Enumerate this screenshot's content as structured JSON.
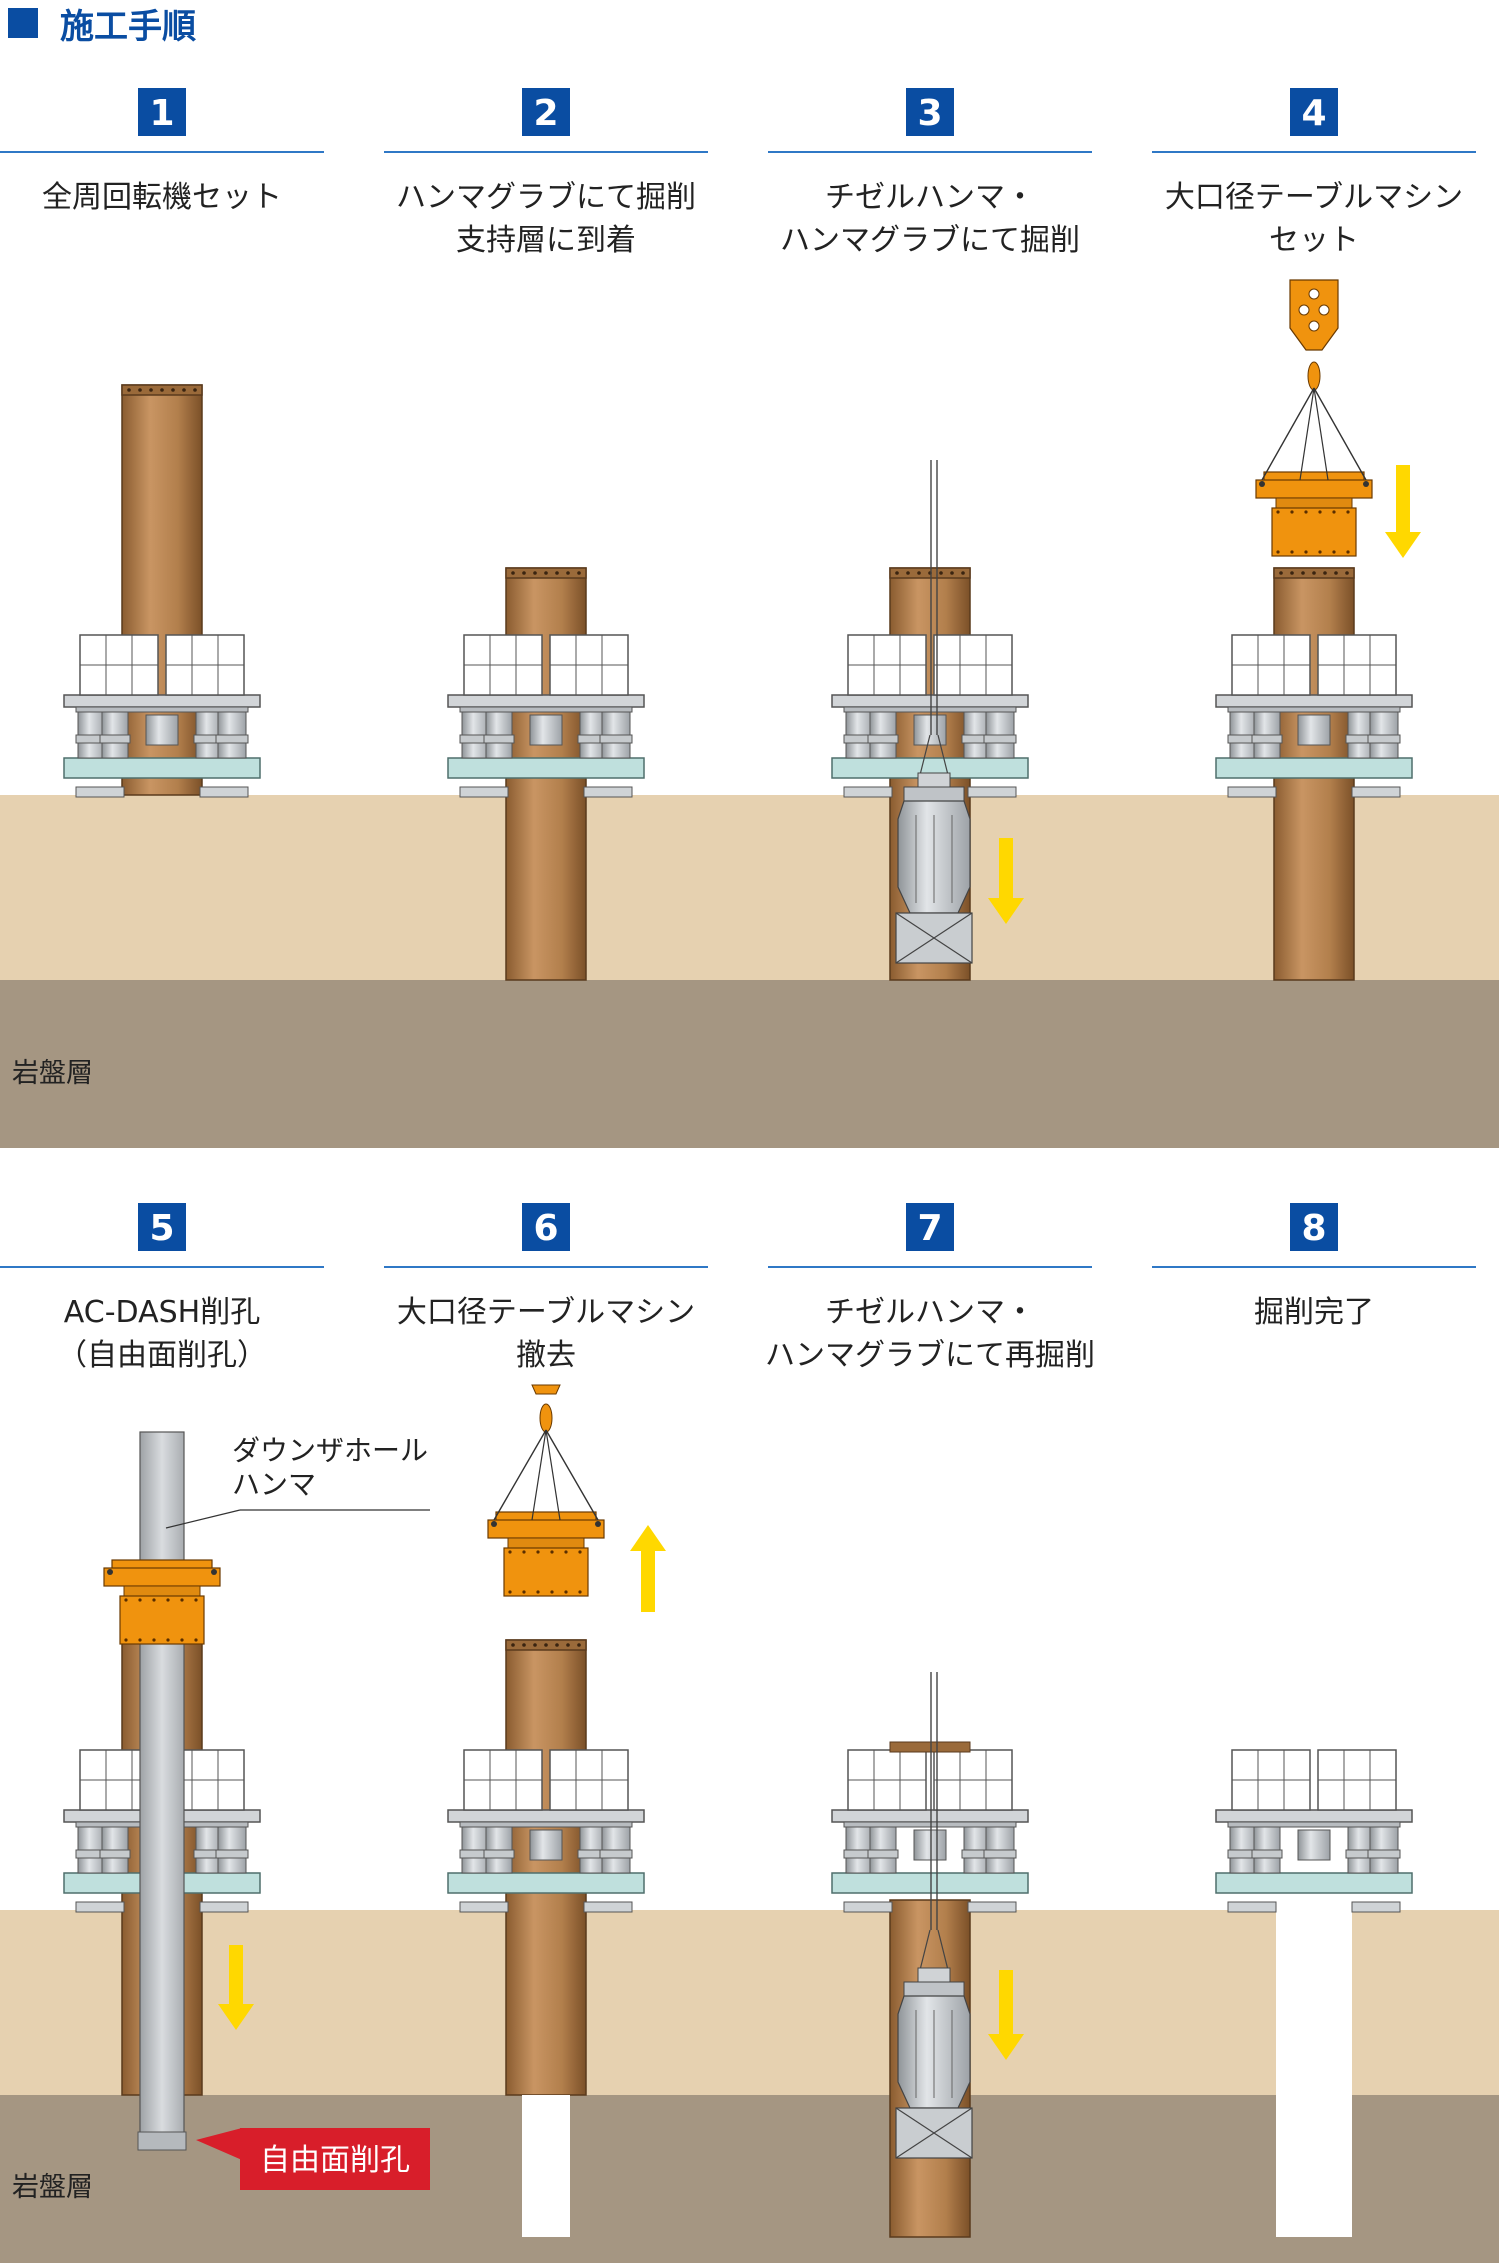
{
  "title": "施工手順",
  "colors": {
    "accent_blue": "#0a4da2",
    "soil": "#e6d1b0",
    "rock": "#a59682",
    "casing": "#b27f4c",
    "orange": "#f0930e",
    "arrow_yellow": "#ffd800",
    "label_red": "#d81e2a",
    "teal_plate": "#bfe0dd"
  },
  "layer_label": "岩盤層",
  "steps": [
    {
      "num": "1",
      "lines": [
        "全周回転機セット"
      ]
    },
    {
      "num": "2",
      "lines": [
        "ハンマグラブにて掘削",
        "支持層に到着"
      ]
    },
    {
      "num": "3",
      "lines": [
        "チゼルハンマ・",
        "ハンマグラブにて掘削"
      ]
    },
    {
      "num": "4",
      "lines": [
        "大口径テーブルマシン",
        "セット"
      ]
    },
    {
      "num": "5",
      "lines": [
        "AC-DASH削孔",
        "（自由面削孔）"
      ]
    },
    {
      "num": "6",
      "lines": [
        "大口径テーブルマシン",
        "撤去"
      ]
    },
    {
      "num": "7",
      "lines": [
        "チゼルハンマ・",
        "ハンマグラブにて再掘削"
      ]
    },
    {
      "num": "8",
      "lines": [
        "掘削完了"
      ]
    }
  ],
  "callout": [
    "ダウンザホール",
    "ハンマ"
  ],
  "free_face_label": "自由面削孔"
}
